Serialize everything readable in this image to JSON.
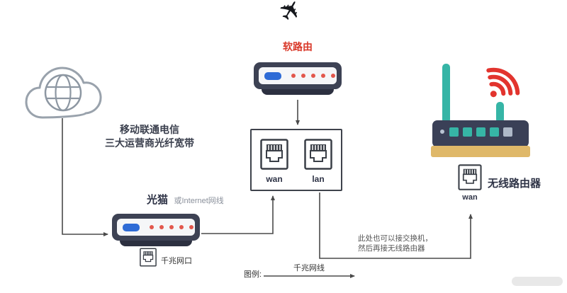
{
  "icons": {
    "plane_glyph": "✈"
  },
  "diagram": {
    "internet": {
      "carrier_line1": "移动联通电信",
      "carrier_line2": "三大运营商光纤宽带"
    },
    "modem": {
      "label": "光猫",
      "alt_label": "或Internet网线",
      "port_label": "千兆网口"
    },
    "soft_router": {
      "label": "软路由"
    },
    "ports_box": {
      "wan_label": "wan",
      "lan_label": "lan"
    },
    "wireless_router": {
      "label": "无线路由器",
      "wan_label": "wan"
    },
    "note": {
      "line1": "此处也可以接交换机，",
      "line2": "然后再接无线路由器"
    },
    "legend": {
      "title": "图例:",
      "cable_label": "千兆网线"
    },
    "colors": {
      "soft_router_text": "#d93a2b",
      "device_body": "#3d4254",
      "led_blue": "#2e6bd6",
      "indicator_orange": "#e2574c",
      "antenna_teal": "#36b5a6",
      "wifi_red": "#e2342e",
      "base_tan": "#dfb869",
      "connector": "#4a4a4a"
    }
  }
}
